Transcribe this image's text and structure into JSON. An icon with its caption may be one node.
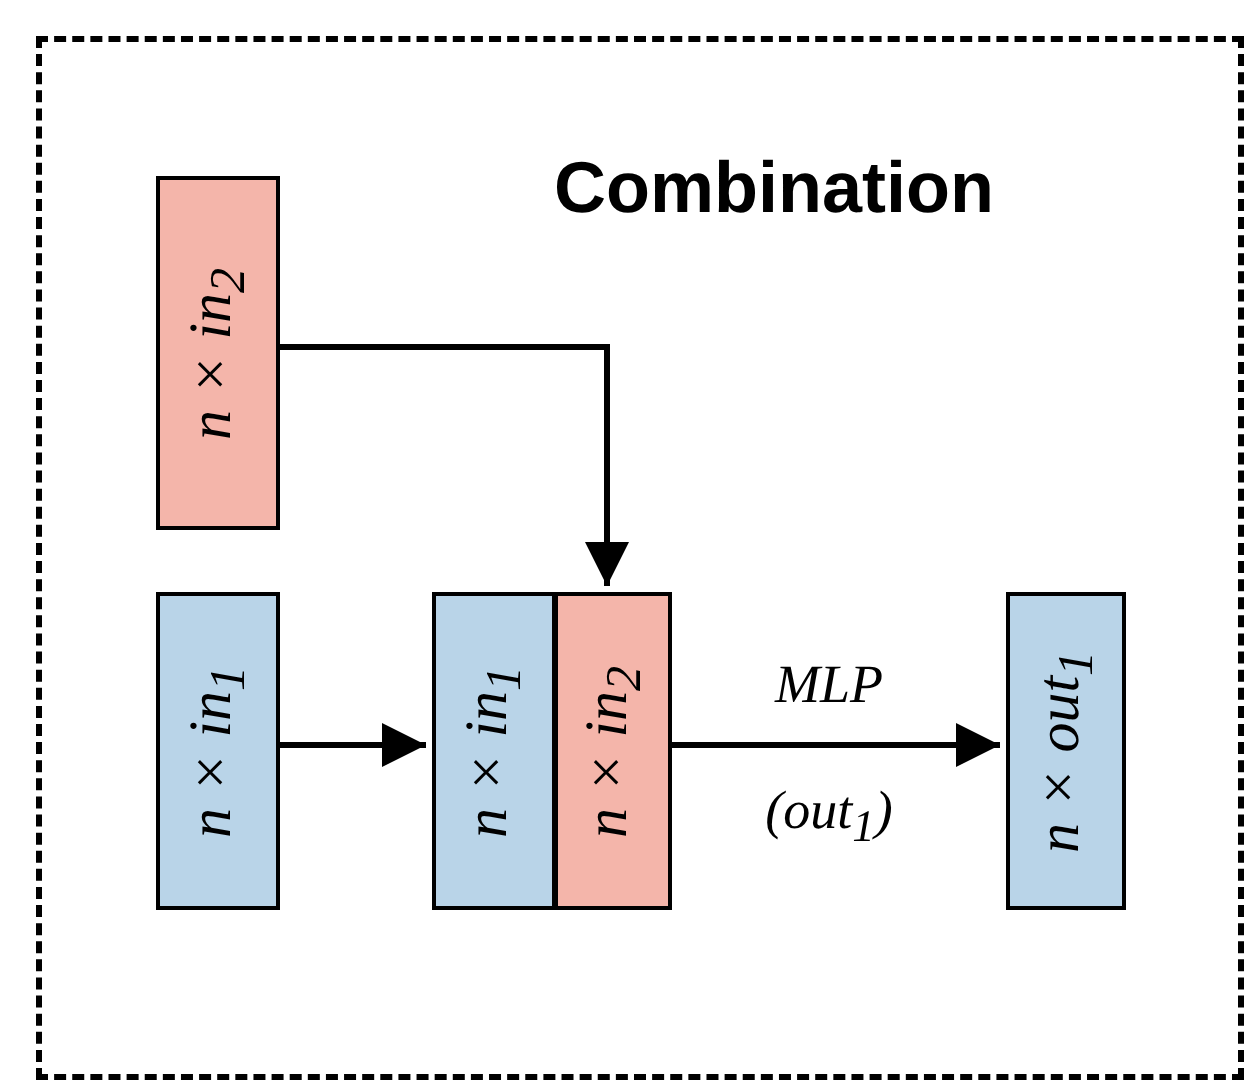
{
  "diagram": {
    "nodes": [
      {
        "text": [
          "Combination"
        ]
      },
      {
        "text": [
          "n × in$_{2}$"
        ],
        "in": 0
      },
      {
        "text": [
          "n × in$_{1}$"
        ],
        "in": 0
      },
      {
        "text": [
          "n × in$_{1}$"
        ],
        "in": 0
      },
      {
        "text": [
          "n × in$_{2}$"
        ],
        "in": 0
      },
      {
        "text": [
          "n × out$_{1}$"
        ],
        "in": 0
      }
    ],
    "edges": [
      {
        "from": 1,
        "to": 4,
        "arrow": "to"
      },
      {
        "from": 2,
        "to": 3,
        "arrow": "to"
      },
      {
        "from": 4,
        "to": 5,
        "arrow": "to",
        "label": "MLP (out$_{1}$)"
      }
    ]
  }
}
